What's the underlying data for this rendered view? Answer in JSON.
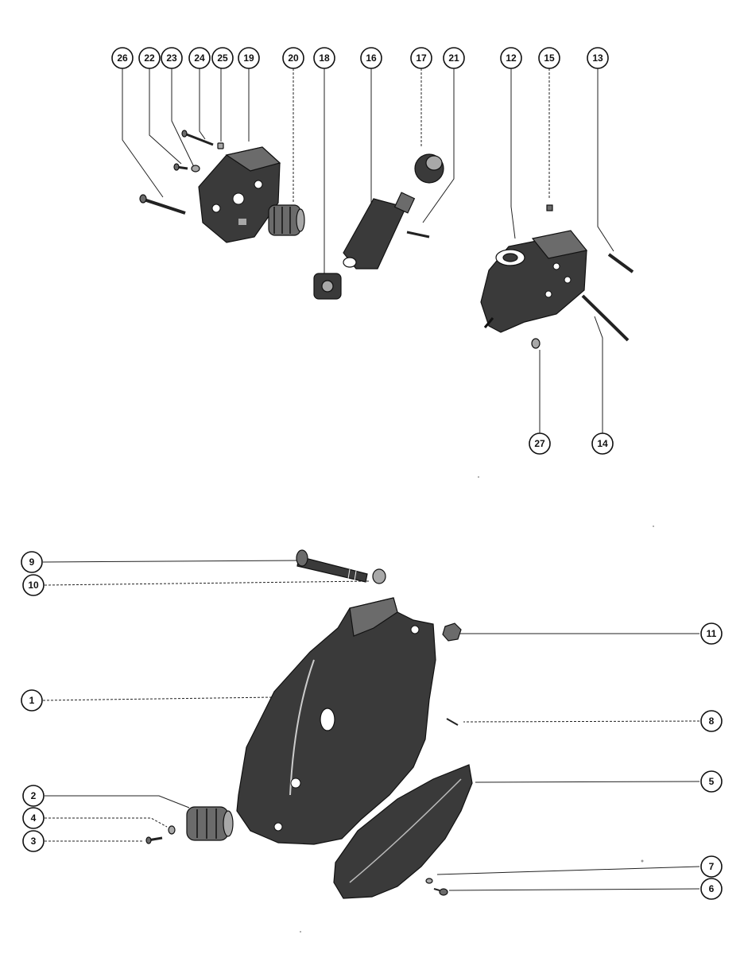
{
  "diagram": {
    "callouts": [
      {
        "id": "c26",
        "label": "26"
      },
      {
        "id": "c22",
        "label": "22"
      },
      {
        "id": "c23",
        "label": "23"
      },
      {
        "id": "c24",
        "label": "24"
      },
      {
        "id": "c25",
        "label": "25"
      },
      {
        "id": "c19",
        "label": "19"
      },
      {
        "id": "c20",
        "label": "20"
      },
      {
        "id": "c18",
        "label": "18"
      },
      {
        "id": "c16",
        "label": "16"
      },
      {
        "id": "c17",
        "label": "17"
      },
      {
        "id": "c21",
        "label": "21"
      },
      {
        "id": "c12",
        "label": "12"
      },
      {
        "id": "c15",
        "label": "15"
      },
      {
        "id": "c13",
        "label": "13"
      },
      {
        "id": "c27",
        "label": "27"
      },
      {
        "id": "c14",
        "label": "14"
      },
      {
        "id": "c9",
        "label": "9"
      },
      {
        "id": "c10",
        "label": "10"
      },
      {
        "id": "c11",
        "label": "11"
      },
      {
        "id": "c1",
        "label": "1"
      },
      {
        "id": "c8",
        "label": "8"
      },
      {
        "id": "c5",
        "label": "5"
      },
      {
        "id": "c2",
        "label": "2"
      },
      {
        "id": "c4",
        "label": "4"
      },
      {
        "id": "c3",
        "label": "3"
      },
      {
        "id": "c7",
        "label": "7"
      },
      {
        "id": "c6",
        "label": "6"
      }
    ]
  }
}
